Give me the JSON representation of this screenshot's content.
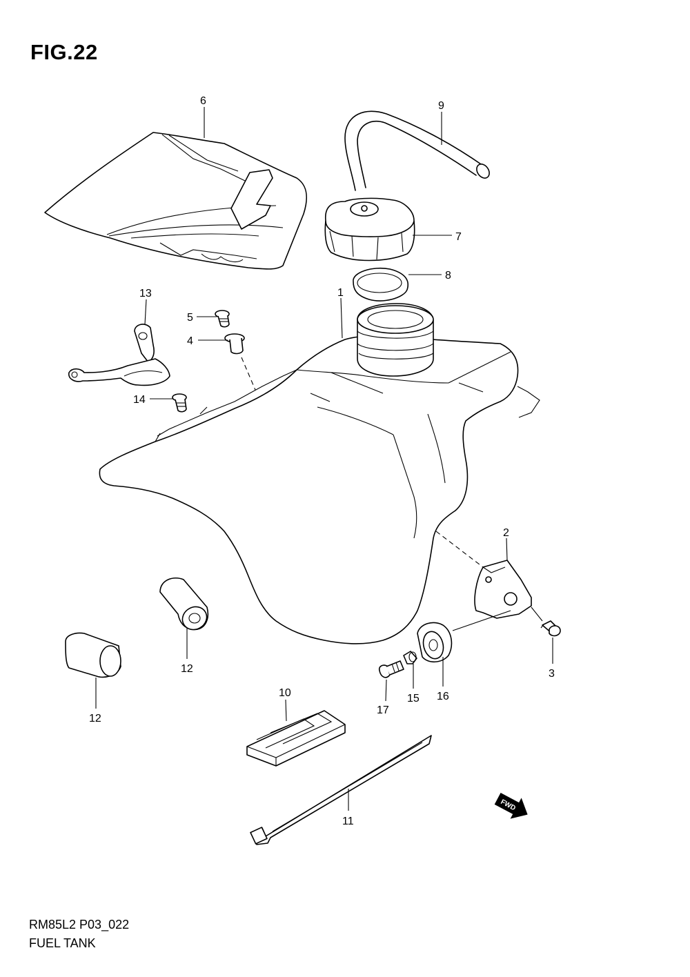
{
  "figure": {
    "title": "FIG.22",
    "code": "RM85L2 P03_022",
    "name": "FUEL TANK"
  },
  "callouts": {
    "c1": "1",
    "c2": "2",
    "c3": "3",
    "c4": "4",
    "c5": "5",
    "c6": "6",
    "c7": "7",
    "c8": "8",
    "c9": "9",
    "c10": "10",
    "c11": "11",
    "c12a": "12",
    "c12b": "12",
    "c13": "13",
    "c14": "14",
    "c15": "15",
    "c16": "16",
    "c17": "17"
  },
  "direction_indicator": {
    "label": "FWD"
  },
  "colors": {
    "line": "#000000",
    "background": "#ffffff"
  }
}
